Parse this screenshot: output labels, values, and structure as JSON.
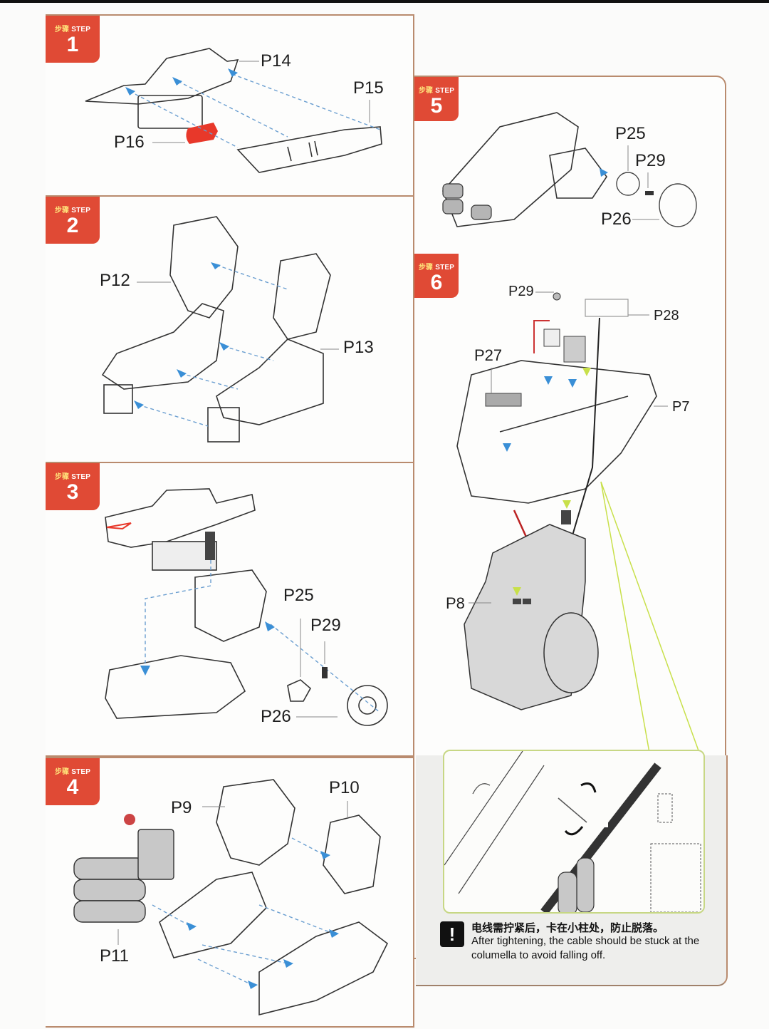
{
  "document": {
    "type": "assembly-instructions",
    "step_label_cn": "步骤",
    "step_label_en": "STEP",
    "steps": [
      {
        "number": "1",
        "parts": [
          "P14",
          "P15",
          "P16"
        ]
      },
      {
        "number": "2",
        "parts": [
          "P12",
          "P13"
        ]
      },
      {
        "number": "3",
        "parts": [
          "P25",
          "P29",
          "P26"
        ]
      },
      {
        "number": "4",
        "parts": [
          "P9",
          "P10",
          "P11"
        ]
      },
      {
        "number": "5",
        "parts": [
          "P25",
          "P29",
          "P26"
        ]
      },
      {
        "number": "6",
        "parts": [
          "P29",
          "P28",
          "P27",
          "P7",
          "P8"
        ]
      }
    ],
    "note": {
      "icon": "exclamation-icon",
      "icon_glyph": "!",
      "text_cn": "电线需拧紧后，卡在小柱处，防止脱落。",
      "text_en": "After tightening, the cable should be stuck at the columella to avoid falling off."
    },
    "colors": {
      "badge": "#e04a35",
      "arrow_blue": "#3a8fd6",
      "arrow_yellow": "#c8e04a",
      "part_red": "#e8382a",
      "frame": "#b98b6e"
    }
  }
}
